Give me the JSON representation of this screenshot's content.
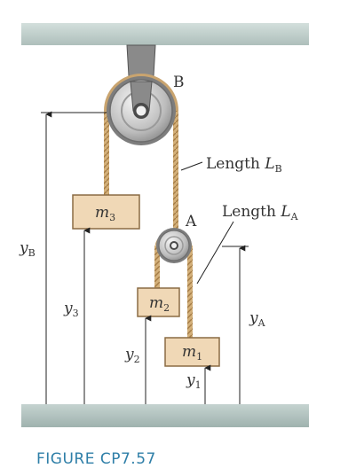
{
  "pulley_b": {
    "label": "B"
  },
  "pulley_a": {
    "label": "A"
  },
  "lengths": {
    "b": {
      "text": "Length ",
      "var": "L",
      "sub": "B"
    },
    "a": {
      "text": "Length ",
      "var": "L",
      "sub": "A"
    }
  },
  "masses": {
    "m1": {
      "var": "m",
      "sub": "1"
    },
    "m2": {
      "var": "m",
      "sub": "2"
    },
    "m3": {
      "var": "m",
      "sub": "3"
    }
  },
  "positions": {
    "yB": {
      "var": "y",
      "sub": "B"
    },
    "yA": {
      "var": "y",
      "sub": "A"
    },
    "y1": {
      "var": "y",
      "sub": "1"
    },
    "y2": {
      "var": "y",
      "sub": "2"
    },
    "y3": {
      "var": "y",
      "sub": "3"
    }
  },
  "caption": "FIGURE CP7.57",
  "colors": {
    "ceiling": "#b9c9c5",
    "block": "#f0d8b6",
    "rope": "#c9a46f",
    "caption": "#2f7fa8"
  }
}
